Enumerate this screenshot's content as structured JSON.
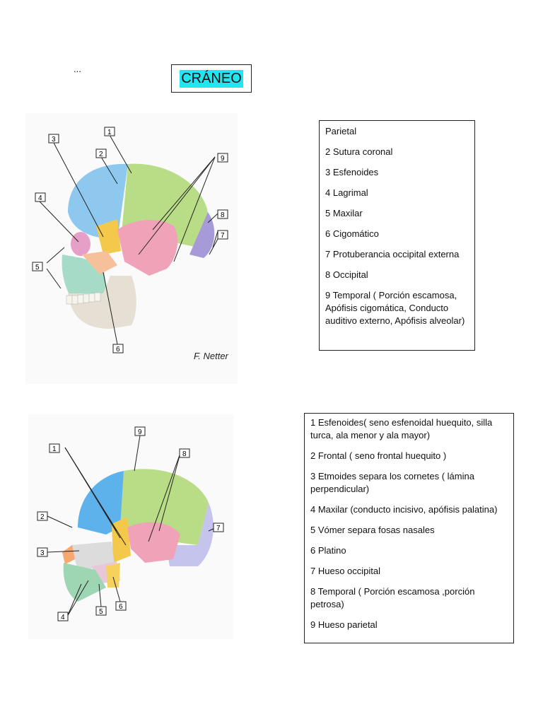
{
  "header": {
    "dots": "...",
    "title": "CRÁNEO",
    "title_highlight": "#22e5f0"
  },
  "figure1": {
    "labels": [
      "1",
      "2",
      "3",
      "4",
      "5",
      "6",
      "7",
      "8",
      "9"
    ],
    "signature": "F. Netter"
  },
  "figure2": {
    "labels": [
      "1",
      "2",
      "3",
      "4",
      "5",
      "6",
      "7",
      "8",
      "9"
    ]
  },
  "legend1": {
    "items": [
      "Parietal",
      "2 Sutura coronal",
      "3 Esfenoides",
      "4 Lagrimal",
      "5 Maxilar",
      "6 Cigomático",
      "7 Protuberancia occipital externa",
      "8 Occipital",
      "9 Temporal ( Porción escamosa, Apófisis cigomática, Conducto auditivo externo, Apófisis alveolar)"
    ]
  },
  "legend2": {
    "items": [
      "1 Esfenoides( seno esfenoidal huequito, silla turca, ala menor y ala mayor)",
      "2 Frontal ( seno frontal  huequito )",
      "3 Etmoides separa los cornetes  ( lámina perpendicular)",
      "4  Maxilar (conducto incisivo, apófisis palatina)",
      "5 Vómer separa fosas nasales",
      "6 Platino",
      "7 Hueso occipital",
      "8 Temporal ( Porción escamosa ,porción petrosa)",
      "9 Hueso parietal"
    ]
  }
}
